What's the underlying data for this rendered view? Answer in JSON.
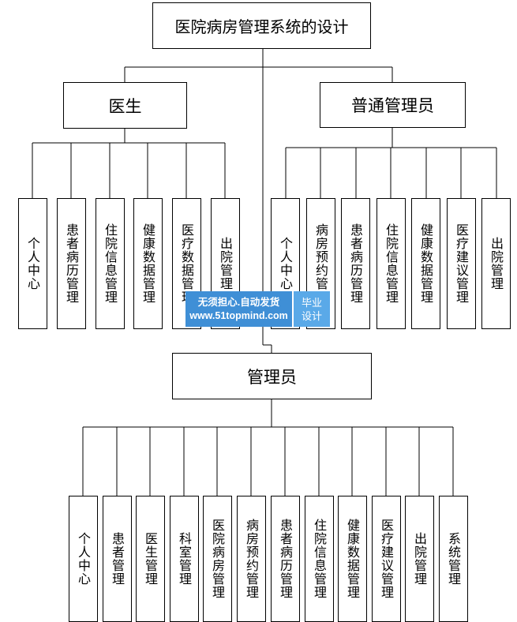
{
  "root": {
    "label": "医院病房管理系统的设计"
  },
  "doctor": {
    "label": "医生",
    "children": [
      "个人中心",
      "患者病历管理",
      "住院信息管理",
      "健康数据管理",
      "医疗数据管理",
      "出院管理"
    ]
  },
  "general_admin": {
    "label": "普通管理员",
    "children": [
      "个人中心",
      "病房预约管理",
      "患者病历管理",
      "住院信息管理",
      "健康数据管理",
      "医疗建议管理",
      "出院管理"
    ]
  },
  "admin": {
    "label": "管理员",
    "children": [
      "个人中心",
      "患者管理",
      "医生管理",
      "科室管理",
      "医院病房管理",
      "病房预约管理",
      "患者病历管理",
      "住院信息管理",
      "健康数据管理",
      "医疗建议管理",
      "出院管理",
      "系统管理"
    ]
  },
  "watermark": {
    "line1": "无须担心.自动发货",
    "line2": "www.51topmind.com",
    "badge1": "毕业",
    "badge2": "设计"
  }
}
